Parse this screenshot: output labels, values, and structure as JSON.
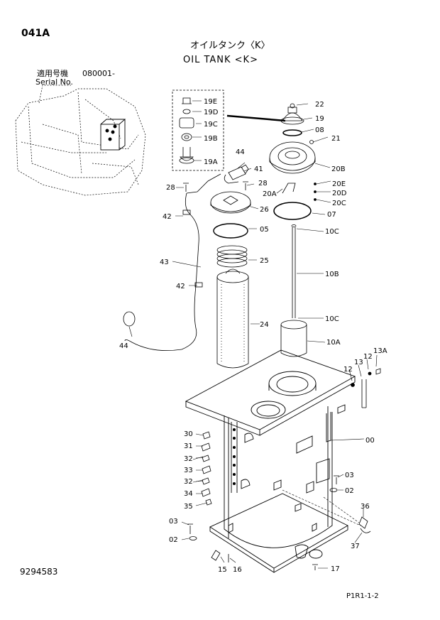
{
  "page_code": "041A",
  "title_jp": "オイルタンク〈K〉",
  "title_en": "OIL TANK <K>",
  "serial_label_jp": "適用号機",
  "serial_value": "080001-",
  "serial_label_en": "Serial No.",
  "doc_number": "9294583",
  "page_ref": "P1R1-1-2",
  "callouts": {
    "c19E": "19E",
    "c19D": "19D",
    "c19C": "19C",
    "c19B": "19B",
    "c19A": "19A",
    "c22": "22",
    "c19": "19",
    "c08": "08",
    "c21": "21",
    "c20B": "20B",
    "c44a": "44",
    "c41": "41",
    "c28a": "28",
    "c28b": "28",
    "c20A": "20A",
    "c20E": "20E",
    "c20D": "20D",
    "c20C": "20C",
    "c42a": "42",
    "c26": "26",
    "c07": "07",
    "c05": "05",
    "c10Ca": "10C",
    "c25": "25",
    "c43": "43",
    "c10B": "10B",
    "c42b": "42",
    "c24": "24",
    "c10Cb": "10C",
    "c10A": "10A",
    "c44b": "44",
    "c13A": "13A",
    "c12a": "12",
    "c13": "13",
    "c12b": "12",
    "c00": "00",
    "c30": "30",
    "c31": "31",
    "c32a": "32",
    "c33": "33",
    "c32b": "32",
    "c34": "34",
    "c35": "35",
    "c03a": "03",
    "c02a": "02",
    "c36": "36",
    "c03b": "03",
    "c02b": "02",
    "c37": "37",
    "c15": "15",
    "c16": "16",
    "c17": "17"
  }
}
